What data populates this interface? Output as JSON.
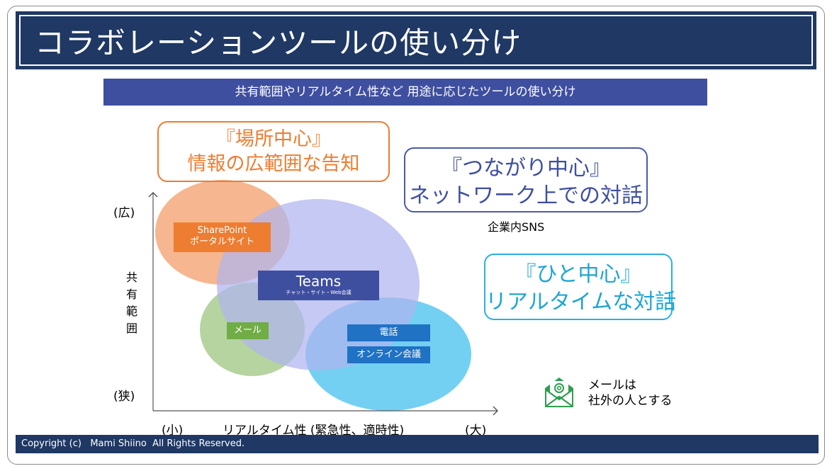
{
  "title": "コラボレーションツールの使い分け",
  "subtitle": "共有範囲やリアルタイム性など 用途に応じたツールの使い分け",
  "callouts": {
    "place": {
      "line1": "『場所中心』",
      "line2": "情報の広範囲な告知",
      "color": "#ed7d31"
    },
    "connect": {
      "line1": "『つながり中心』",
      "line2": "ネットワーク上での対話",
      "color": "#3e4f9e"
    },
    "people": {
      "line1": "『ひと中心』",
      "line2": "リアルタイムな対話",
      "color": "#1ea5d4"
    }
  },
  "sns_label": "企業内SNS",
  "tools": {
    "sharepoint": {
      "line1": "SharePoint",
      "line2": "ポータルサイト",
      "color": "#ed7d31"
    },
    "teams": {
      "main": "Teams",
      "sub": "チャット・サイト・Web会議",
      "color": "#3f4f9f"
    },
    "mail": {
      "label": "メール",
      "color": "#70ad47"
    },
    "phone": {
      "label": "電話",
      "color": "#1f72c4"
    },
    "online_meeting": {
      "label": "オンライン会議",
      "color": "#1f72c4"
    }
  },
  "axes": {
    "y_high": "(広)",
    "y_low": "(狭)",
    "y_title": "共有範囲",
    "x_small": "(小)",
    "x_title": "リアルタイム性 (緊急性、適時性)",
    "x_large": "(大)"
  },
  "mail_note": {
    "line1": "メールは",
    "line2": "社外の人とする",
    "icon": "mail-at-icon",
    "color": "#2f9e4f"
  },
  "footer": "Copyright (c)   Mami Shiino  All Rights Reserved."
}
